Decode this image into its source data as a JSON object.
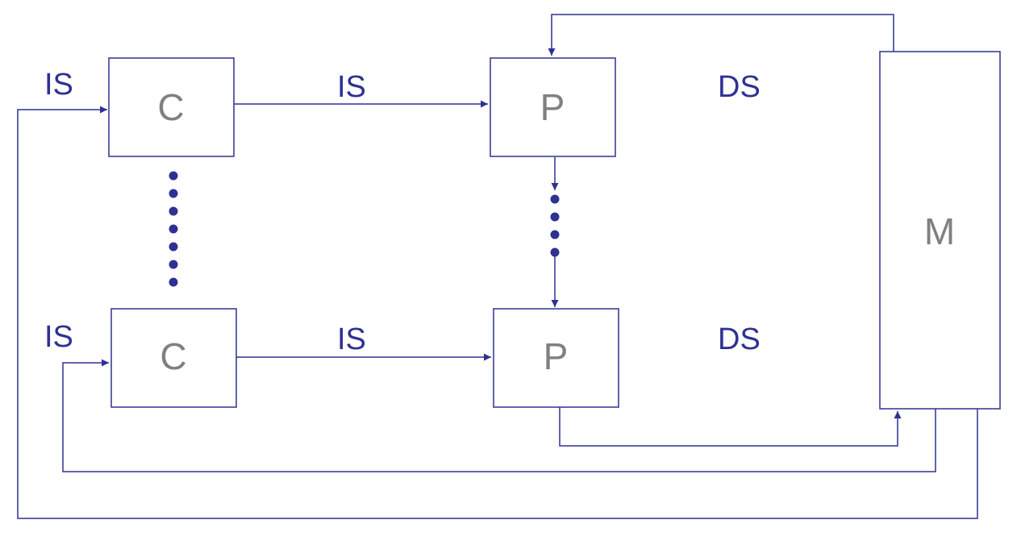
{
  "boxes": {
    "c_top": "C",
    "c_bottom": "C",
    "p_top": "P",
    "p_bottom": "P",
    "m": "M"
  },
  "labels": {
    "is_left_top": "IS",
    "is_left_bottom": "IS",
    "is_mid_top": "IS",
    "is_mid_bottom": "IS",
    "ds_top": "DS",
    "ds_bottom": "DS"
  },
  "colors": {
    "line": "#2e3192",
    "box_text": "#808080",
    "label_text": "#2e3192",
    "background": "#ffffff"
  }
}
